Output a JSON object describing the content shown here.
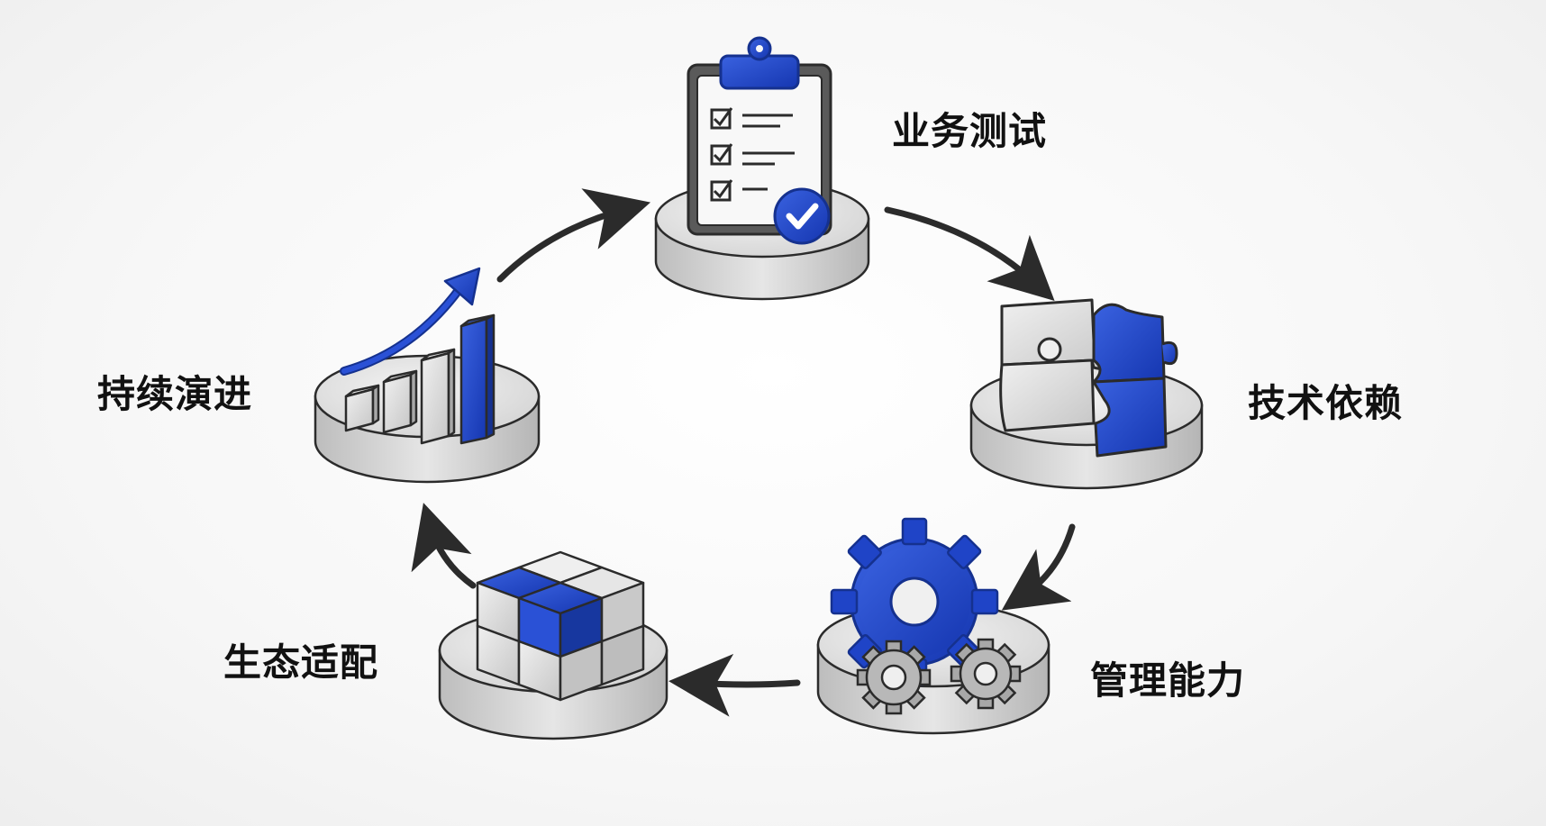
{
  "colors": {
    "accent": "#1f44c7",
    "accent_dark": "#15318f",
    "grey": "#d8d8d8",
    "grey_dark": "#9a9a9a",
    "outline": "#2b2b2b",
    "text": "#111111"
  },
  "nodes": [
    {
      "id": "business-testing",
      "label": "业务测试",
      "icon": "clipboard-checklist-icon"
    },
    {
      "id": "tech-dependency",
      "label": "技术依赖",
      "icon": "puzzle-icon"
    },
    {
      "id": "management-capability",
      "label": "管理能力",
      "icon": "gears-icon"
    },
    {
      "id": "ecosystem-adaptation",
      "label": "生态适配",
      "icon": "cube-grid-icon"
    },
    {
      "id": "continuous-evolution",
      "label": "持续演进",
      "icon": "growth-chart-icon"
    }
  ],
  "cycle_direction": "clockwise"
}
